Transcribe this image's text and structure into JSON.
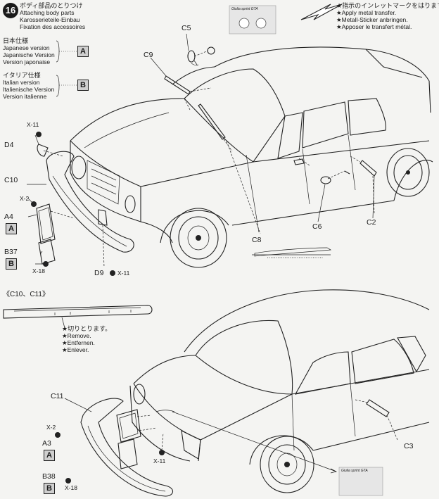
{
  "step": {
    "number": "16",
    "title_jp": "ボディ部品のとりつけ",
    "title_en": "Attaching body parts",
    "title_de": "Karosserieteile-Einbau",
    "title_fr": "Fixation des accessoires"
  },
  "versions": {
    "japanese": {
      "jp": "日本仕様",
      "en": "Japanese version",
      "de": "Japanische Version",
      "fr": "Version japonaise",
      "letter": "A"
    },
    "italian": {
      "jp": "イタリア仕様",
      "en": "Italian version",
      "de": "Italienische Version",
      "fr": "Version italienne",
      "letter": "B"
    }
  },
  "transfer_note": {
    "jp": "★指示のインレットマークをはります。",
    "en": "★Apply metal transfer.",
    "de": "★Metall-Sticker anbringen.",
    "fr": "★Apposer le transfert métal."
  },
  "transfer_logo": "Giulia sprint GTA",
  "cut_note": {
    "title": "《C10、C11》",
    "jp": "★切りとります。",
    "en": "★Remove.",
    "de": "★Entfernen.",
    "fr": "★Enlever."
  },
  "parts": {
    "C5": "C5",
    "C9": "C9",
    "X11a": "X-11",
    "D4": "D4",
    "C10": "C10",
    "X2a": "X-2",
    "A4": "A4",
    "A_a": "A",
    "B37": "B37",
    "B_a": "B",
    "X18a": "X-18",
    "D9": "D9",
    "X11b": "X-11",
    "C8": "C8",
    "C6": "C6",
    "C2": "C2",
    "C11": "C11",
    "X2b": "X-2",
    "A3": "A3",
    "A_b": "A",
    "X11c": "X-11",
    "B38": "B38",
    "B_b": "B",
    "X18b": "X-18",
    "C3": "C3"
  }
}
